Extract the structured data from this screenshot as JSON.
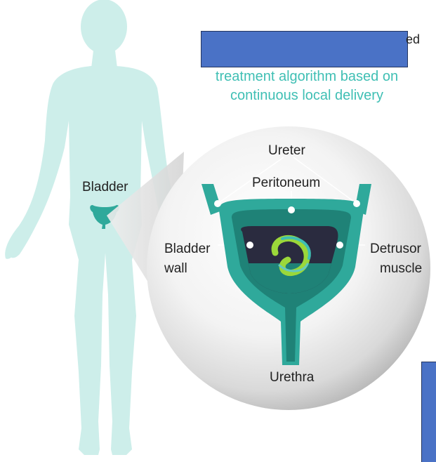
{
  "header": {
    "visible_suffix": "ed",
    "line1": "treatment algorithm based on",
    "line2": "continuous local delivery"
  },
  "labels": {
    "bladder": "Bladder",
    "ureter": "Ureter",
    "peritoneum": "Peritoneum",
    "bladder_wall_1": "Bladder",
    "bladder_wall_2": "wall",
    "detrusor_1": "Detrusor",
    "detrusor_2": "muscle",
    "urethra": "Urethra"
  },
  "colors": {
    "body": "#cdeeea",
    "bladder_outer": "#2fa99b",
    "bladder_mid": "#1f8277",
    "bladder_inner": "#2a2b3f",
    "device_green": "#9bd83a",
    "device_teal": "#3fbfb4",
    "redaction": "#4a72c6",
    "accent_text": "#3fbfb4"
  }
}
